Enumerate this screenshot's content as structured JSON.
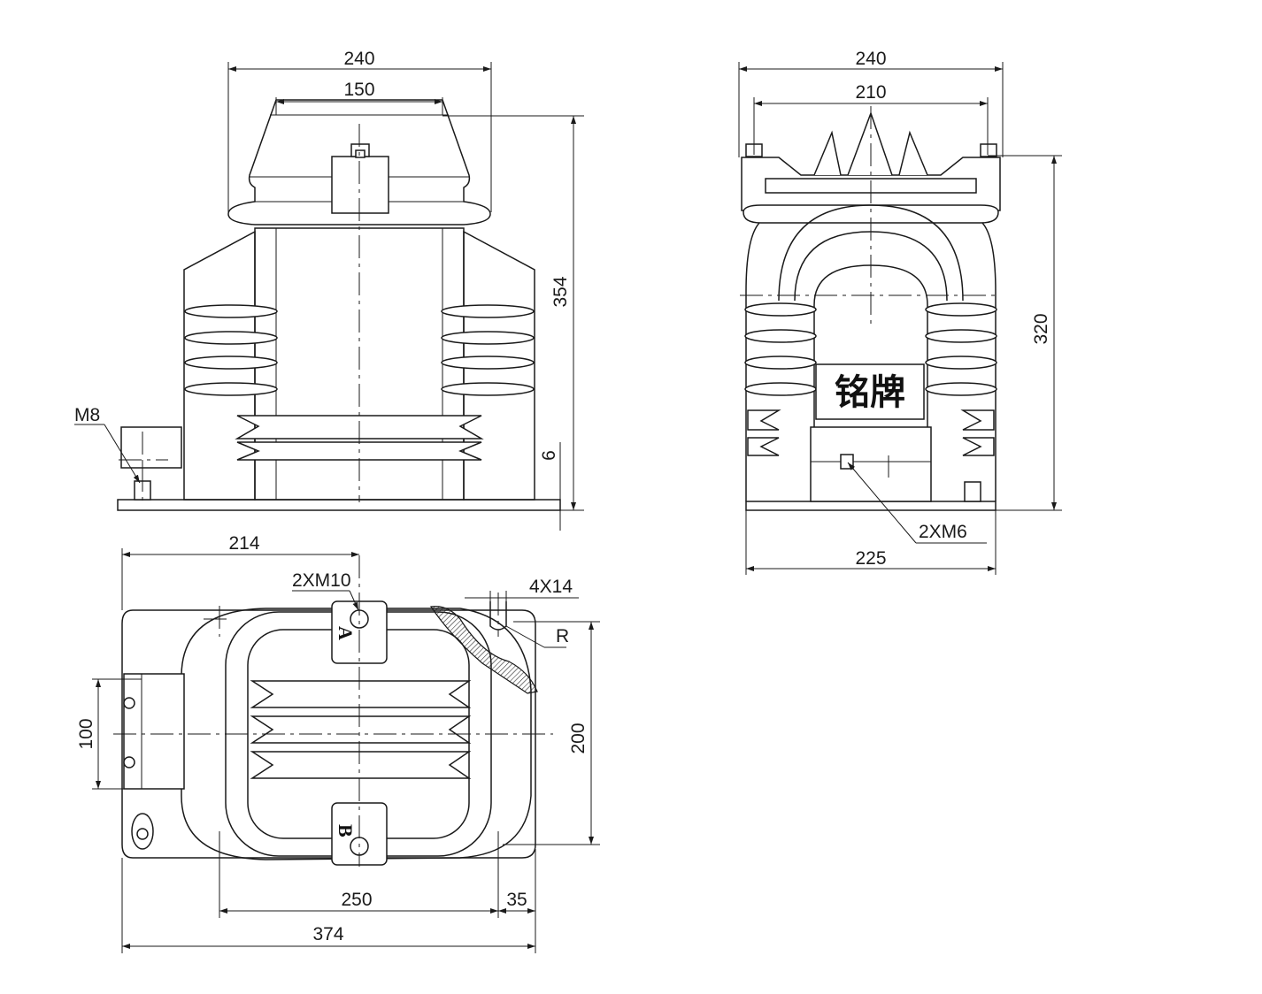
{
  "front_view": {
    "dim_width_total": "240",
    "dim_width_top": "150",
    "dim_height": "354",
    "dim_base": "6",
    "thread_label": "M8"
  },
  "side_view": {
    "dim_width_total": "240",
    "dim_width_bolts": "210",
    "dim_height": "320",
    "dim_base": "225",
    "nameplate": "铭牌",
    "thread_label": "2XM6"
  },
  "top_view": {
    "dim_offset": "214",
    "dim_terminal_thread": "2XM10",
    "dim_slot": "4X14",
    "dim_radius": "R",
    "dim_depth": "200",
    "dim_box": "100",
    "dim_hole_span": "250",
    "dim_edge": "35",
    "dim_length": "374",
    "terminal_a": "A",
    "terminal_b": "B"
  }
}
